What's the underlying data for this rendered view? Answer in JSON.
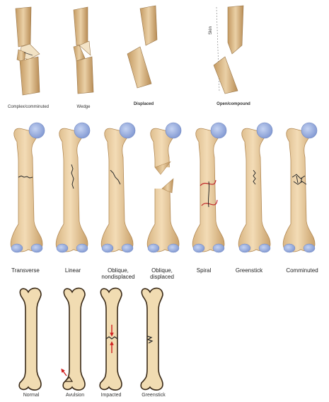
{
  "row1": {
    "labels": [
      "Complex/comminuted",
      "Wedge",
      "Displaced",
      "Open/compound"
    ],
    "skin_label": "Skin"
  },
  "row2": {
    "labels": [
      "Transverse",
      "Linear",
      "Oblique, nondisplaced",
      "Oblique, displaced",
      "Spiral",
      "Greenstick",
      "Comminuted"
    ]
  },
  "row3": {
    "labels": [
      "Normal",
      "Avulsion",
      "Impacted",
      "Greenstick"
    ]
  },
  "colors": {
    "bone": "#e7c89c",
    "bone_dark": "#c9a46f",
    "cartilage": "#8fa6db",
    "fracture": "#2a2a2a",
    "arrow": "#d02020"
  }
}
